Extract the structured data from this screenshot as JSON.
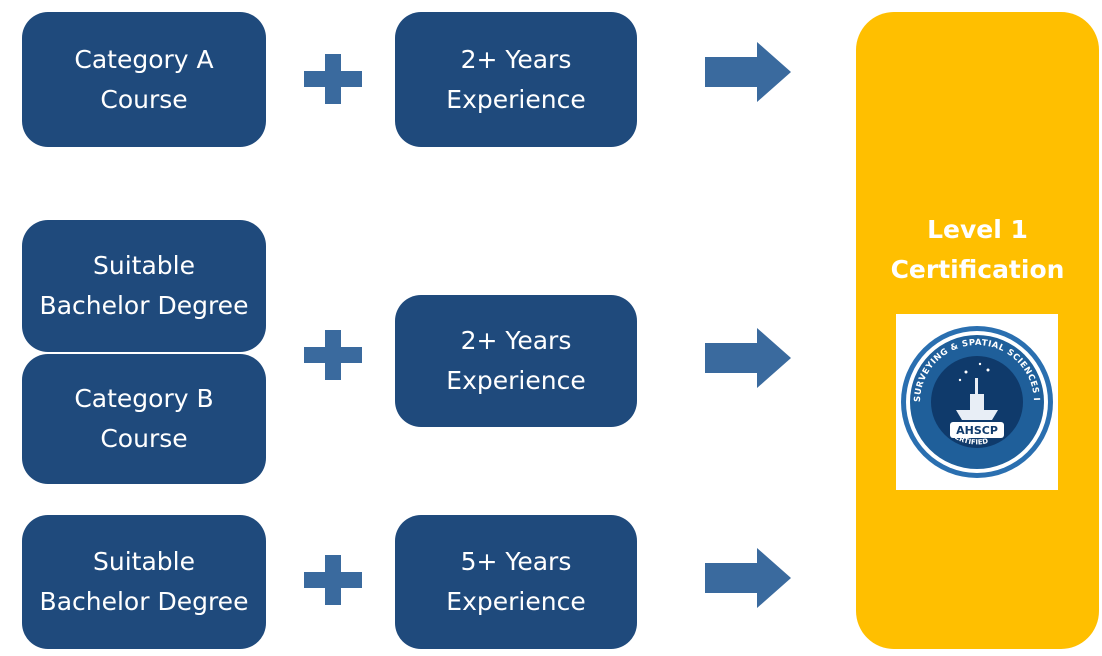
{
  "rows": [
    {
      "left": [
        "Category A\nCourse"
      ],
      "right": "2+ Years\nExperience"
    },
    {
      "left": [
        "Suitable\nBachelor Degree",
        "Category B\nCourse"
      ],
      "right": "2+ Years\nExperience"
    },
    {
      "left": [
        "Suitable\nBachelor Degree"
      ],
      "right": "5+ Years\nExperience"
    }
  ],
  "outcome": {
    "title": "Level 1\nCertification",
    "badge": {
      "ring_text": "SURVEYING & SPATIAL SCIENCES INSTITUTE",
      "center_text": "AHSCP",
      "bottom_text": "CERTIFIED"
    }
  },
  "colors": {
    "box": "#1f4a7c",
    "connector": "#3a6a9e",
    "outcome": "#ffbf00",
    "badge_ring": "#1f5f9a"
  },
  "icons": {
    "join": "plus-icon",
    "flow": "right-arrow-icon"
  }
}
